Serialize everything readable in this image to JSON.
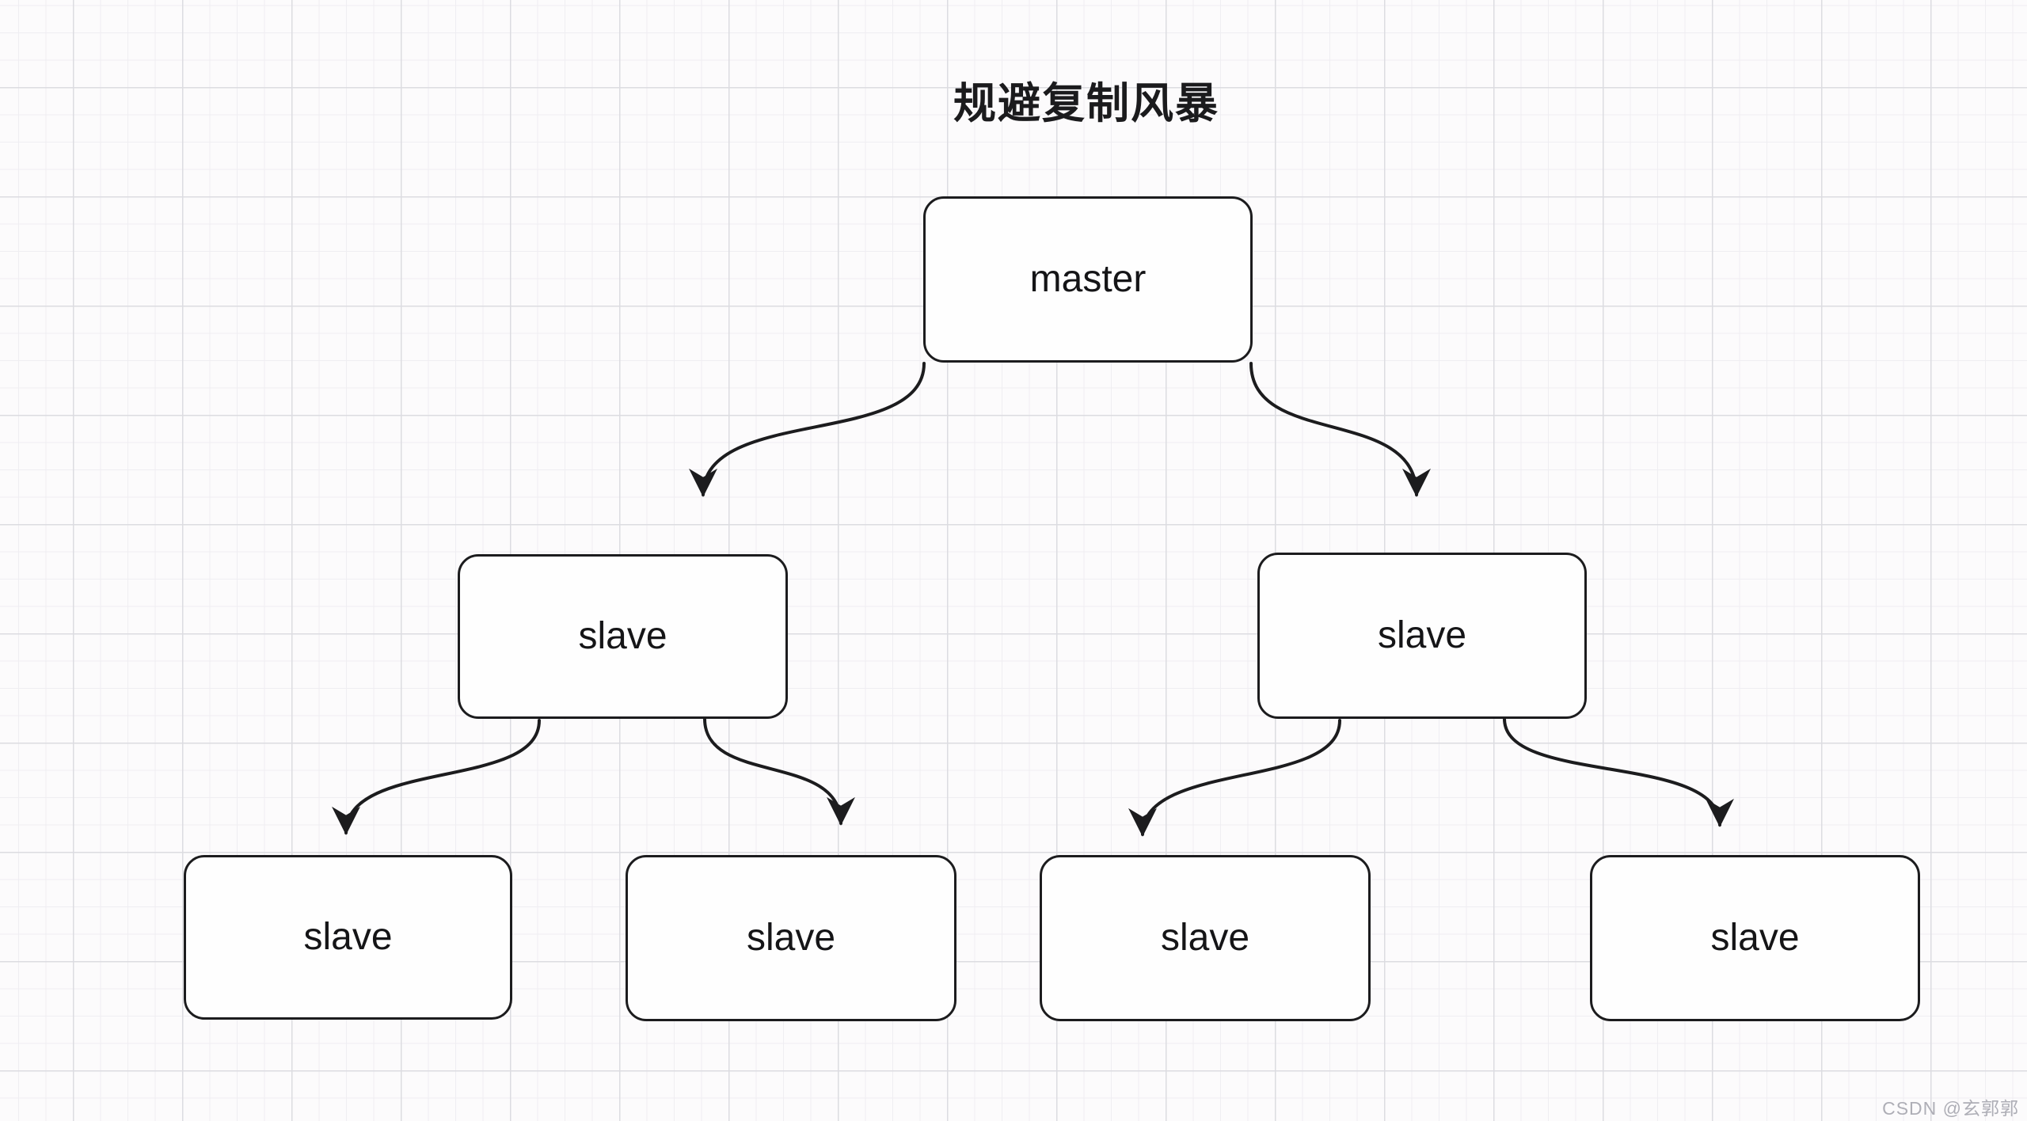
{
  "diagram": {
    "title": "规避复制风暴",
    "nodes": [
      {
        "id": "master",
        "label": "master",
        "level": 0
      },
      {
        "id": "slave-left",
        "label": "slave",
        "level": 1
      },
      {
        "id": "slave-right",
        "label": "slave",
        "level": 1
      },
      {
        "id": "slave-1",
        "label": "slave",
        "level": 2
      },
      {
        "id": "slave-2",
        "label": "slave",
        "level": 2
      },
      {
        "id": "slave-3",
        "label": "slave",
        "level": 2
      },
      {
        "id": "slave-4",
        "label": "slave",
        "level": 2
      }
    ],
    "edges": [
      {
        "from": "master",
        "to": "slave-left"
      },
      {
        "from": "master",
        "to": "slave-right"
      },
      {
        "from": "slave-left",
        "to": "slave-1"
      },
      {
        "from": "slave-left",
        "to": "slave-2"
      },
      {
        "from": "slave-right",
        "to": "slave-3"
      },
      {
        "from": "slave-right",
        "to": "slave-4"
      }
    ],
    "colors": {
      "stroke": "#1c1c1e",
      "node_fill": "#fefefe",
      "background": "#fcfbfc",
      "grid_minor": "#efeef2",
      "grid_major": "#dcdce1",
      "watermark": "#aeaeb6"
    }
  },
  "watermark": {
    "text": "CSDN @玄郭郭"
  }
}
